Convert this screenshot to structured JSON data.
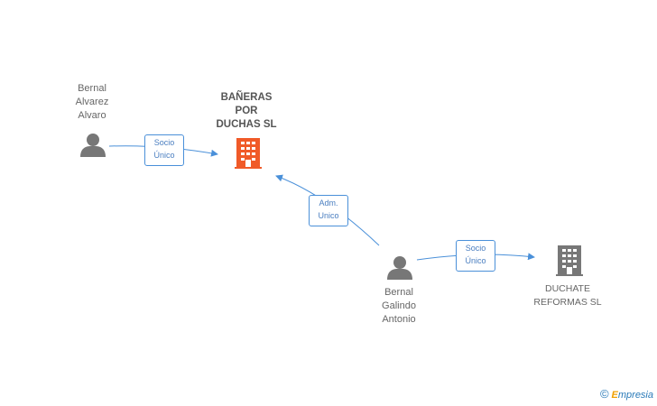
{
  "colors": {
    "person": "#777777",
    "company_focus": "#f05a28",
    "company": "#777777",
    "edge": "#4a90d9"
  },
  "nodes": {
    "person_1": {
      "label": "Bernal\nAlvarez\nAlvaro",
      "icon": "person-icon"
    },
    "company_focus": {
      "label": "BAÑERAS\nPOR\nDUCHAS SL",
      "icon": "building-icon"
    },
    "person_2": {
      "label": "Bernal\nGalindo\nAntonio",
      "icon": "person-icon"
    },
    "company_2": {
      "label": "DUCHATE\nREFORMAS  SL",
      "icon": "building-icon"
    }
  },
  "edges": {
    "e1": {
      "label": "Socio\nÚnico"
    },
    "e2": {
      "label": "Adm.\nUnico"
    },
    "e3": {
      "label": "Socio\nÚnico"
    }
  },
  "brand": {
    "copyright": "©",
    "initial": "E",
    "rest": "mpresia"
  }
}
